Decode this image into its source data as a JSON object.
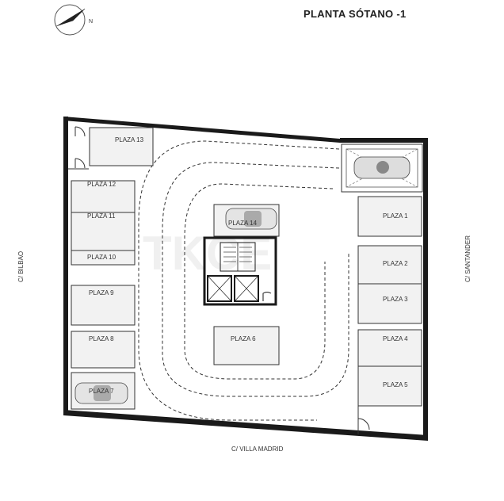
{
  "title": "PLANTA SÓTANO -1",
  "compass": {
    "letter": "N"
  },
  "streets": {
    "bottom": "C/ VILLA MADRID",
    "left": "C/ BILBAO",
    "right": "C/ SANTANDER"
  },
  "watermark": "TKCE",
  "slots": [
    {
      "id": "plaza-13",
      "label": "PLAZA 13"
    },
    {
      "id": "plaza-12",
      "label": "PLAZA 12"
    },
    {
      "id": "plaza-11",
      "label": "PLAZA 11"
    },
    {
      "id": "plaza-10",
      "label": "PLAZA 10"
    },
    {
      "id": "plaza-9",
      "label": "PLAZA 9"
    },
    {
      "id": "plaza-8",
      "label": "PLAZA 8"
    },
    {
      "id": "plaza-7",
      "label": "PLAZA 7"
    },
    {
      "id": "plaza-14",
      "label": "PLAZA 14"
    },
    {
      "id": "plaza-6",
      "label": "PLAZA 6"
    },
    {
      "id": "plaza-1",
      "label": "PLAZA 1"
    },
    {
      "id": "plaza-2",
      "label": "PLAZA 2"
    },
    {
      "id": "plaza-3",
      "label": "PLAZA 3"
    },
    {
      "id": "plaza-4",
      "label": "PLAZA 4"
    },
    {
      "id": "plaza-5",
      "label": "PLAZA 5"
    }
  ],
  "colors": {
    "wall": "#1a1a1a",
    "slot_fill": "#f2f2f2",
    "line": "#333333"
  }
}
